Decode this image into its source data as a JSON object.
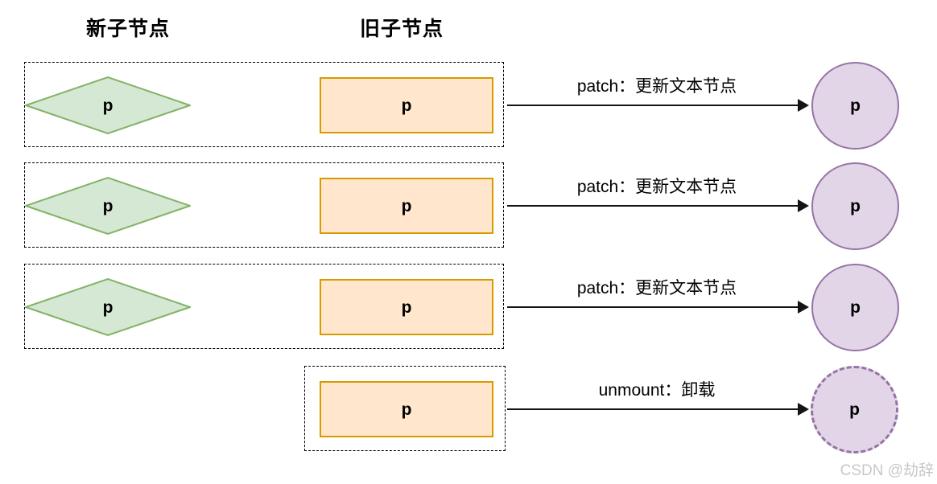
{
  "headers": {
    "new_children": "新子节点",
    "old_children": "旧子节点"
  },
  "rows": [
    {
      "new_node": "p",
      "old_node": "p",
      "action": "patch：更新文本节点",
      "result_node": "p",
      "result_style": "solid"
    },
    {
      "new_node": "p",
      "old_node": "p",
      "action": "patch：更新文本节点",
      "result_node": "p",
      "result_style": "solid"
    },
    {
      "new_node": "p",
      "old_node": "p",
      "action": "patch：更新文本节点",
      "result_node": "p",
      "result_style": "solid"
    },
    {
      "old_node": "p",
      "action": "unmount：卸载",
      "result_node": "p",
      "result_style": "dashed"
    }
  ],
  "watermark": "CSDN @劫辞",
  "colors": {
    "new_node_fill": "#d5e8d4",
    "new_node_stroke": "#82b366",
    "old_node_fill": "#ffe6cc",
    "old_node_stroke": "#d79b00",
    "result_fill": "#e1d5e7",
    "result_stroke": "#9673a6",
    "line": "#141414",
    "watermark_text": "#c8c8c8"
  }
}
